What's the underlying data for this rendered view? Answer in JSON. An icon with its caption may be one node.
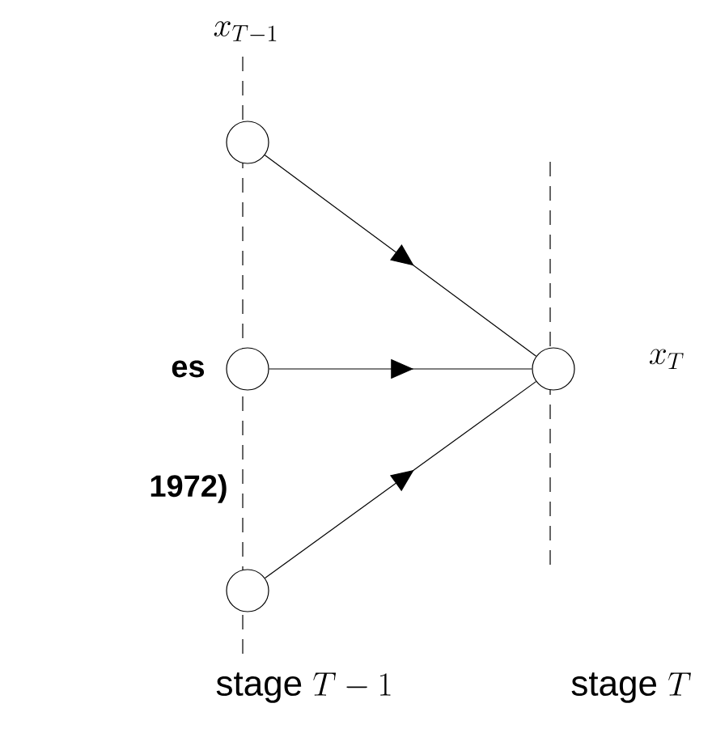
{
  "diagram": {
    "nodes": [
      {
        "text": [],
        "shape": "circle"
      },
      {
        "text": [],
        "shape": "circle"
      },
      {
        "text": [],
        "shape": "circle"
      },
      {
        "text": [],
        "shape": "circle"
      }
    ],
    "edges": [
      {
        "from": 0,
        "to": 3,
        "arrow": "to"
      },
      {
        "from": 1,
        "to": 3,
        "arrow": "to"
      },
      {
        "from": 2,
        "to": 3,
        "arrow": "to"
      }
    ],
    "labels": [
      "x_{T-1}",
      "x_T",
      "es",
      "1972)",
      "\\mathrm{stage}\\ T-1",
      "\\mathrm{stage}\\ T"
    ]
  }
}
